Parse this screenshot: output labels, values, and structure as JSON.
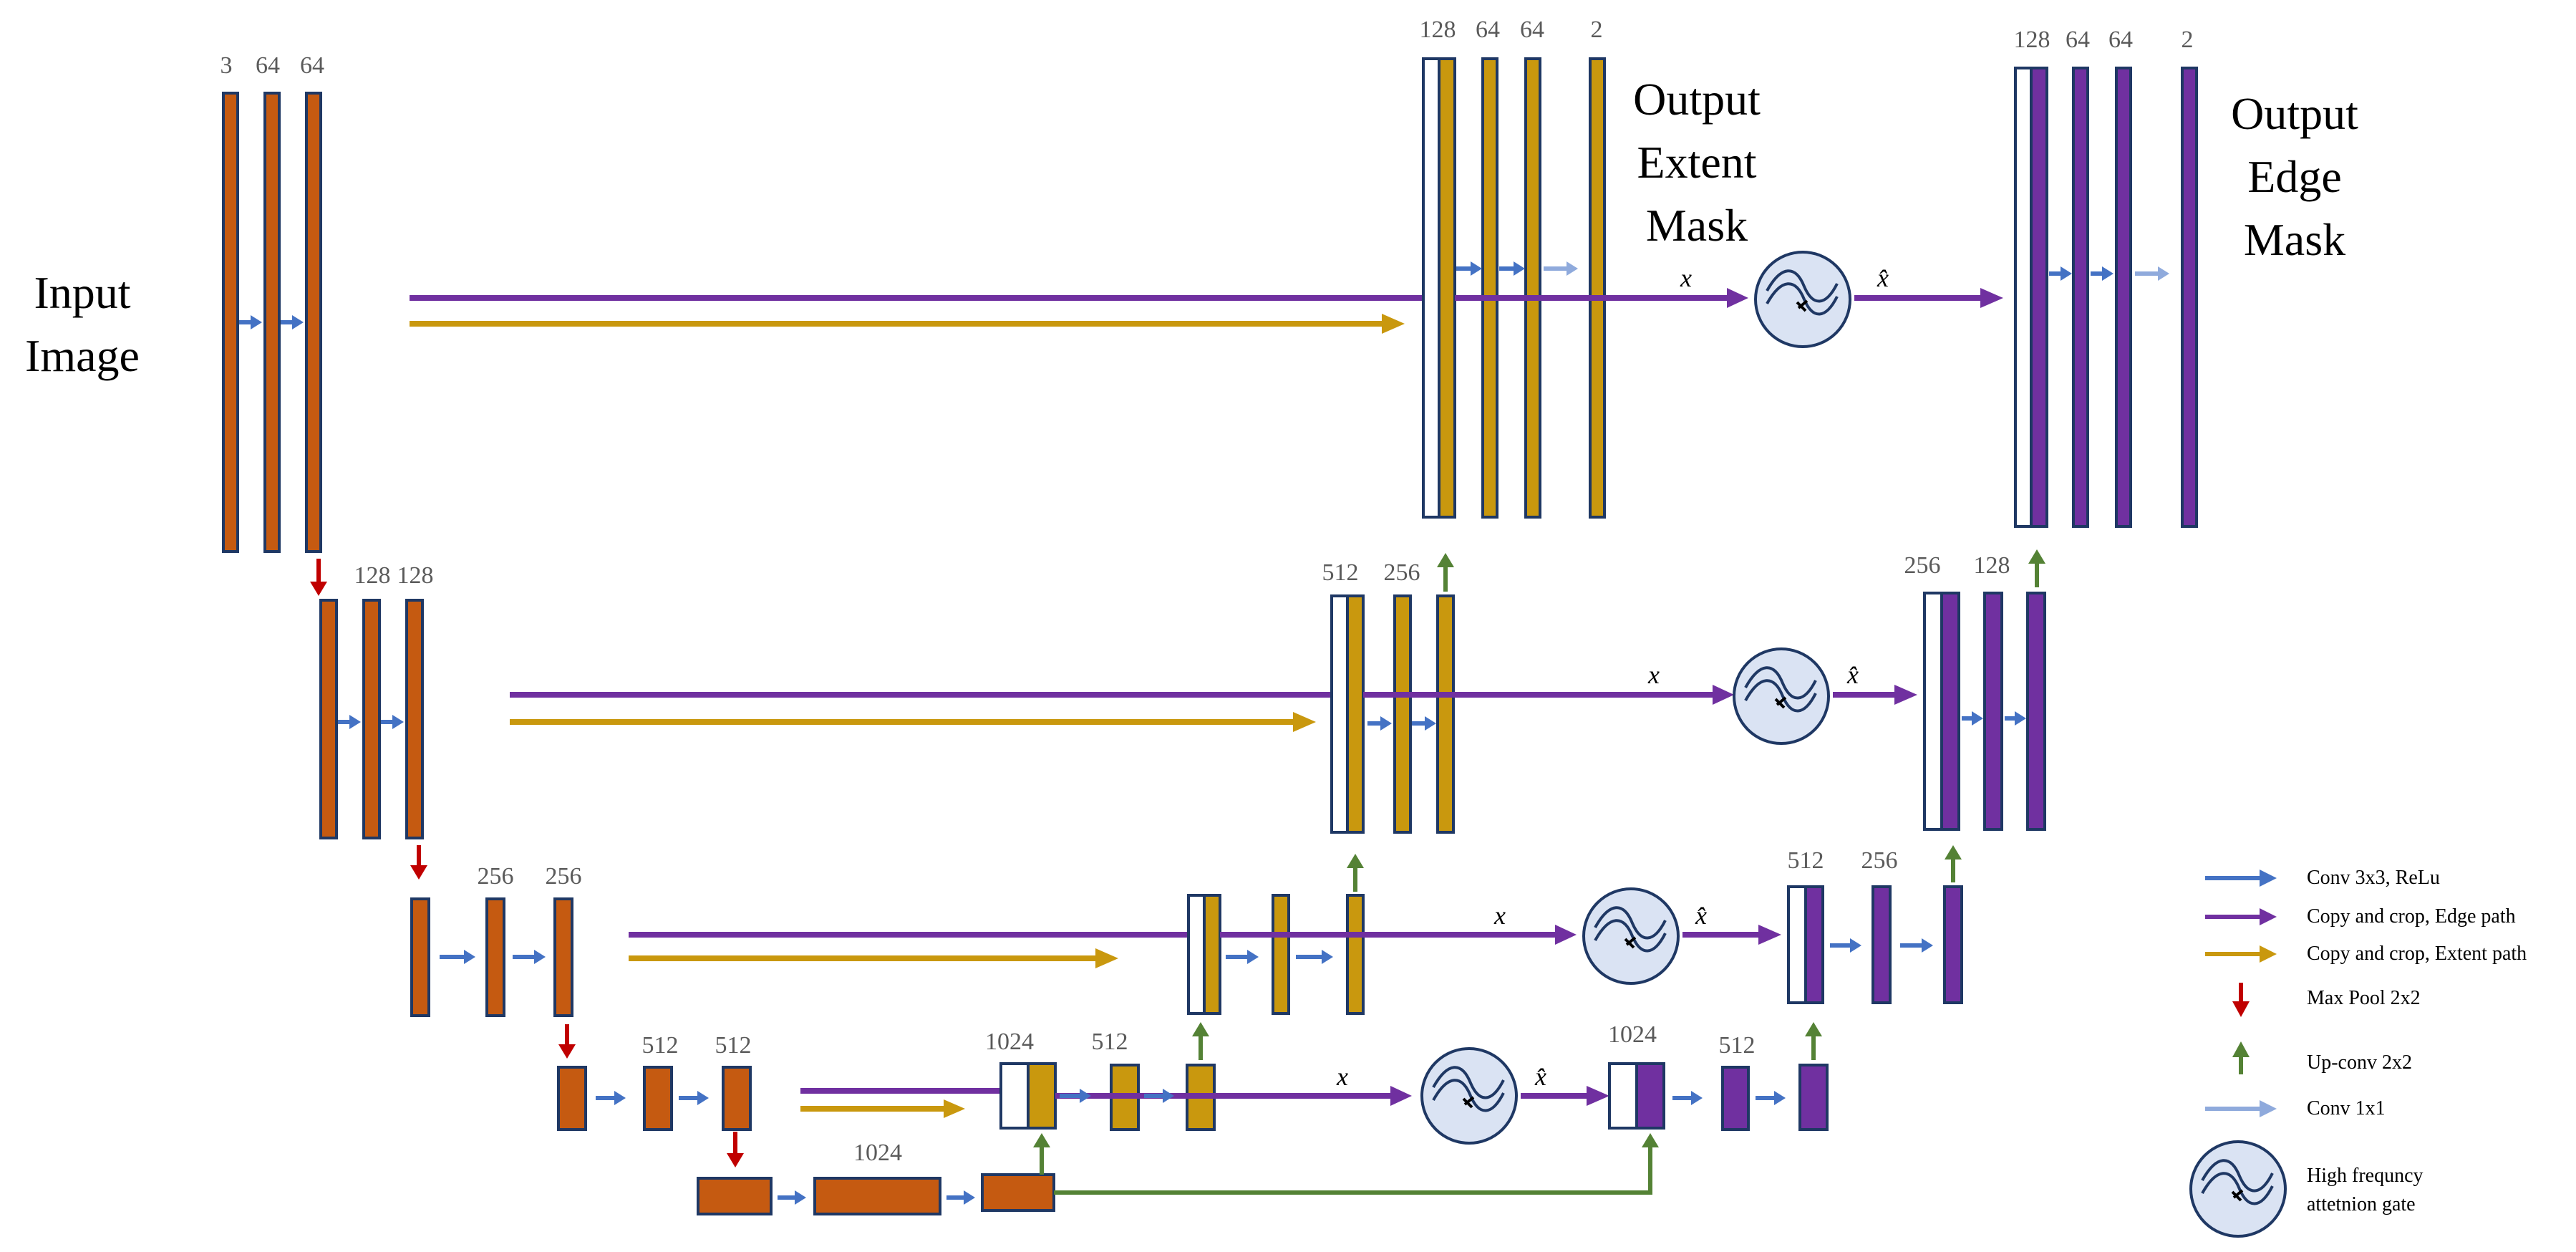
{
  "labels": {
    "input": [
      "Input",
      "Image"
    ],
    "output_extent": [
      "Output",
      "Extent",
      "Mask"
    ],
    "output_edge": [
      "Output",
      "Edge",
      "Mask"
    ]
  },
  "channels": {
    "enc1": [
      "3",
      "64",
      "64"
    ],
    "enc2": [
      "128",
      "128"
    ],
    "enc3": [
      "256",
      "256"
    ],
    "enc4": [
      "512",
      "512"
    ],
    "bottleneck": "1024",
    "ext4": [
      "1024",
      "512"
    ],
    "ext2": [
      "512",
      "256"
    ],
    "ext1": [
      "128",
      "64",
      "64",
      "2"
    ],
    "edge3": [
      "1024",
      "512"
    ],
    "edge2": [
      "512",
      "256"
    ],
    "edge1a": [
      "256",
      "128"
    ],
    "edge1": [
      "128",
      "64",
      "64",
      "2"
    ]
  },
  "gate_symbols": {
    "x": "x",
    "x_hat": "x̂"
  },
  "legend": [
    {
      "label": "Conv 3x3, ReLu",
      "kind": "arrow",
      "color": "#4472C4"
    },
    {
      "label": "Copy and crop, Edge path",
      "kind": "arrow",
      "color": "#7030A0"
    },
    {
      "label": "Copy and crop, Extent path",
      "kind": "arrow",
      "color": "#C9980E"
    },
    {
      "label": "Max Pool 2x2",
      "kind": "down-arrow",
      "color": "#C00000"
    },
    {
      "label": "Up-conv 2x2",
      "kind": "up-arrow",
      "color": "#548235"
    },
    {
      "label": "Conv 1x1",
      "kind": "arrow",
      "color": "#8FAADC"
    },
    {
      "label": [
        "High frequncy",
        "attetnion gate"
      ],
      "kind": "gate",
      "color": "#DAE3F3"
    }
  ],
  "colors": {
    "encoder": "#C55A11",
    "extent": "#C9980E",
    "edge": "#7030A0",
    "conv": "#4472C4",
    "maxpool": "#C00000",
    "upconv": "#548235",
    "conv1x1": "#8FAADC",
    "outline": "#1F3864",
    "gate_fill": "#DAE3F3"
  }
}
